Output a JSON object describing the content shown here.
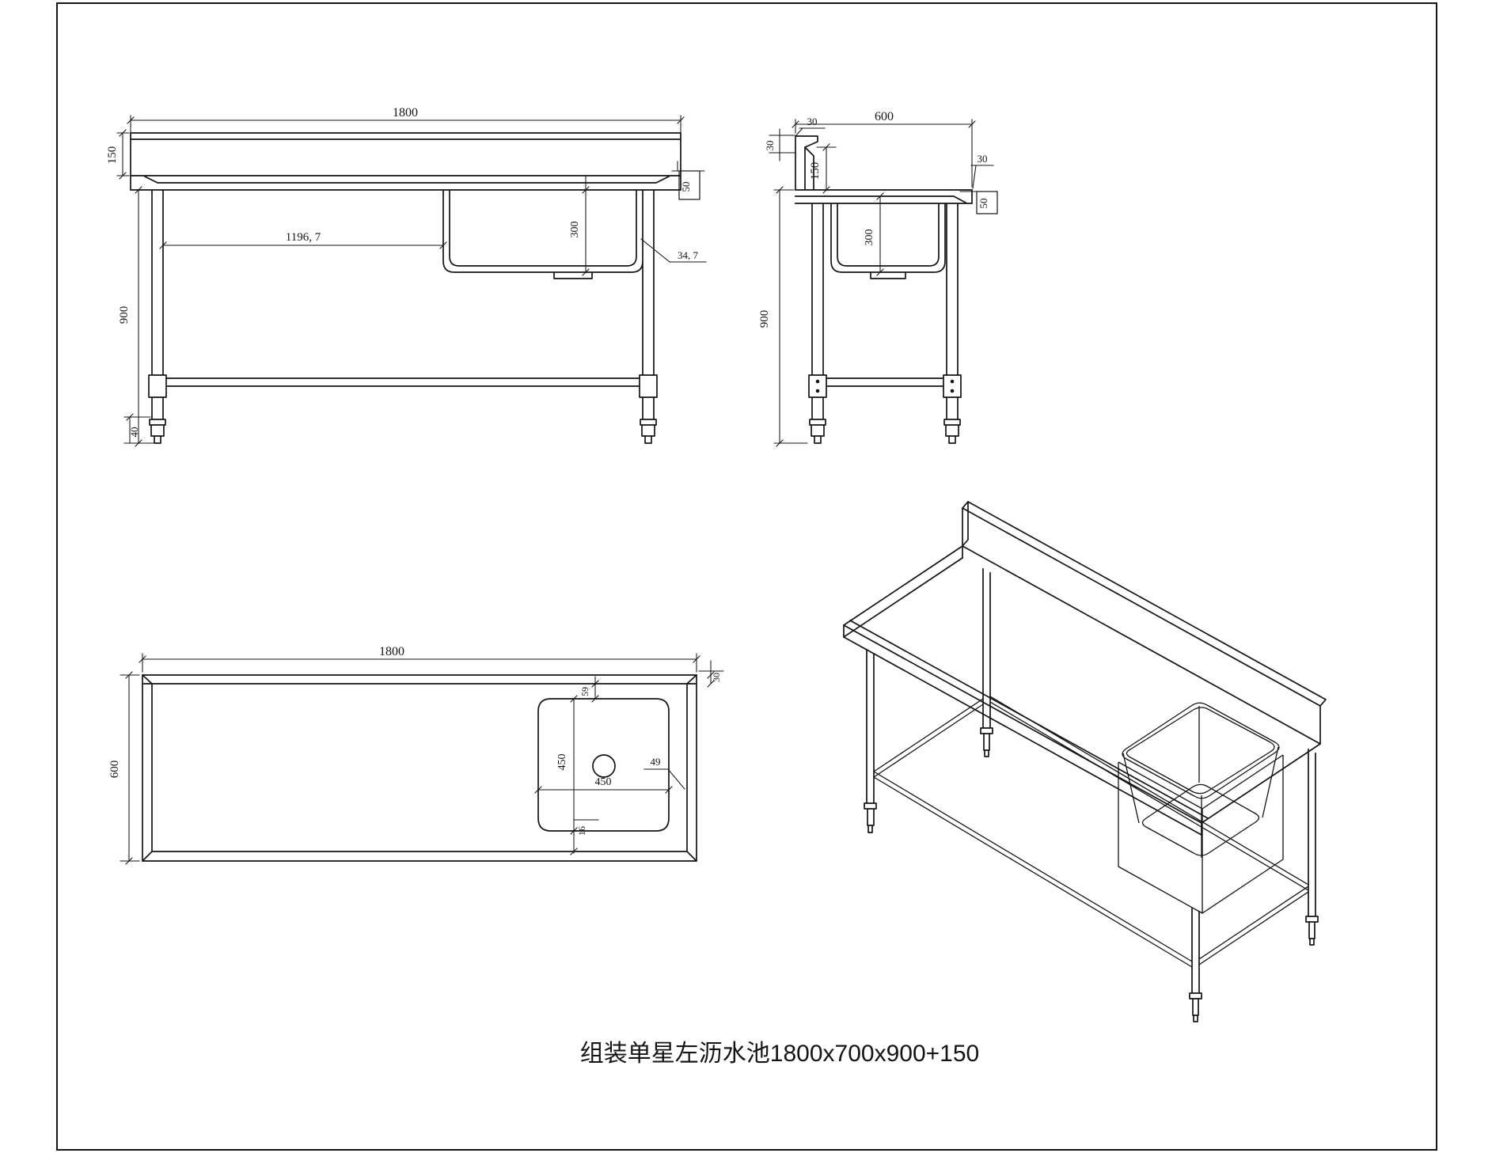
{
  "page": {
    "background": "#ffffff",
    "line_color": "#141414"
  },
  "title": {
    "text": "组装单星左沥水池1800x700x900+150"
  },
  "front_view": {
    "dims": {
      "width": "1800",
      "backsplash_height": "150",
      "height": "900",
      "foot_adjust": "40",
      "sink_position": "1196, 7",
      "sink_depth": "300",
      "sink_side_gap": "34, 7",
      "edge_height": "50"
    }
  },
  "side_view": {
    "dims": {
      "depth": "600",
      "backsplash_top_return": "30",
      "backsplash_back_offset": "30",
      "backsplash_height": "150",
      "front_edge_return": "30",
      "edge_height": "50",
      "sink_depth": "300",
      "height": "900"
    }
  },
  "plan_view": {
    "dims": {
      "width": "1800",
      "depth": "600",
      "edge_offset": "30",
      "sink_back_inset": "59",
      "sink_width": "450",
      "sink_length": "450",
      "corner_radius": "49",
      "sink_front_inset": "16"
    }
  }
}
